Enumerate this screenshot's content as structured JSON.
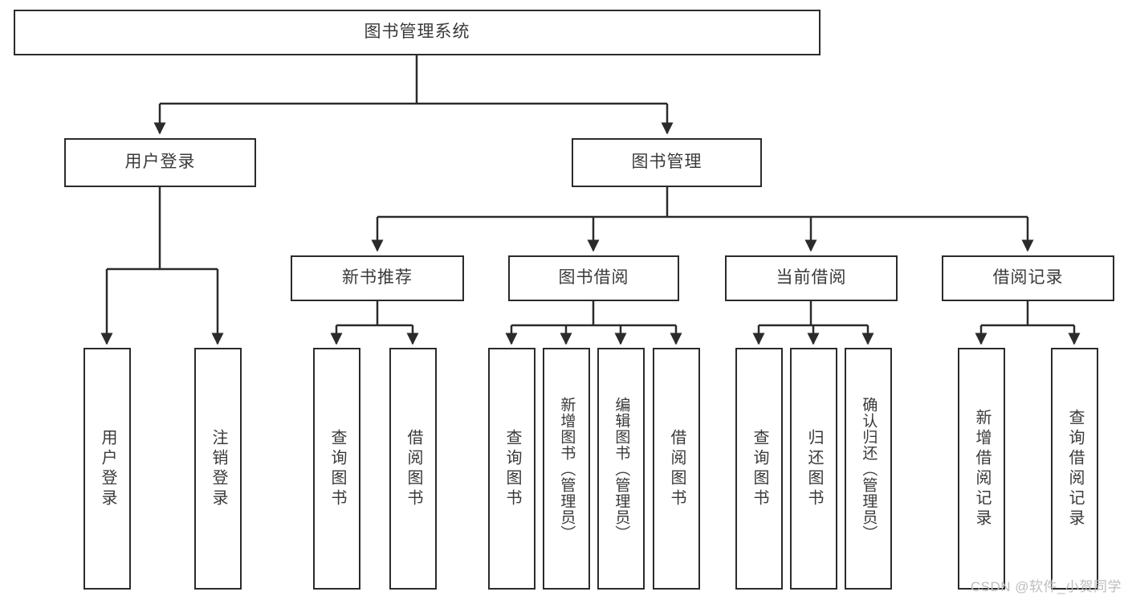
{
  "diagram": {
    "title": "图书管理系统",
    "type": "功能结构图",
    "background_color": "#ffffff",
    "line_color": "#2b2b2b",
    "text_color": "#3a3a3a"
  },
  "nodes": {
    "root": {
      "label": "图书管理系统"
    },
    "level1": [
      {
        "label": "用户登录"
      },
      {
        "label": "图书管理"
      }
    ],
    "level2": [
      {
        "label": "新书推荐"
      },
      {
        "label": "图书借阅"
      },
      {
        "label": "当前借阅"
      },
      {
        "label": "借阅记录"
      }
    ],
    "leaves": {
      "user_login": [
        {
          "label": "用户登录"
        },
        {
          "label": "注销登录"
        }
      ],
      "new_book": [
        {
          "label": "查询图书"
        },
        {
          "label": "借阅图书"
        }
      ],
      "book_borrow": [
        {
          "label": "查询图书"
        },
        {
          "label": "新增图书（管理员）"
        },
        {
          "label": "编辑图书（管理员）"
        },
        {
          "label": "借阅图书"
        }
      ],
      "current_borrow": [
        {
          "label": "查询图书"
        },
        {
          "label": "归还图书"
        },
        {
          "label": "确认归还（管理员）"
        }
      ],
      "borrow_record": [
        {
          "label": "新增借阅记录"
        },
        {
          "label": "查询借阅记录"
        }
      ]
    }
  },
  "watermark": {
    "text": "CSDN @软件_小贺同学"
  }
}
